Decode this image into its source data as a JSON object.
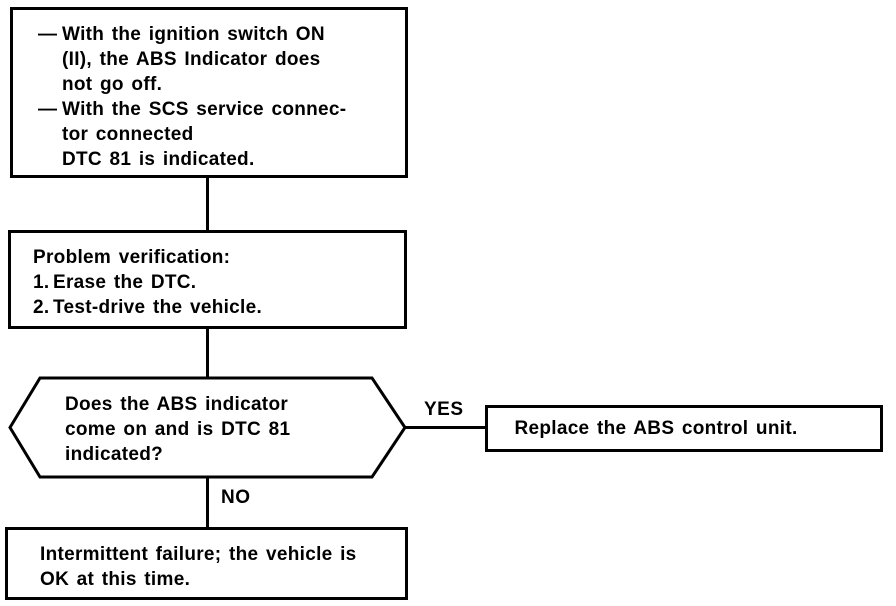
{
  "diagram": {
    "colors": {
      "ink": "#000000",
      "background": "#ffffff"
    },
    "symptom_box": {
      "bullets": [
        {
          "marker": "—",
          "lines": [
            "With the ignition switch ON",
            "(II), the ABS Indicator does",
            "not go off."
          ]
        },
        {
          "marker": "—",
          "lines": [
            "With the SCS service connec-",
            "tor connected",
            "DTC 81 is indicated."
          ]
        }
      ]
    },
    "verification_box": {
      "title": "Problem verification:",
      "steps": [
        {
          "num": "1.",
          "text": "Erase the DTC."
        },
        {
          "num": "2.",
          "text": "Test-drive the vehicle."
        }
      ]
    },
    "decision_hexagon": {
      "lines": [
        "Does the ABS indicator",
        "come on and is DTC 81",
        "indicated?"
      ]
    },
    "labels": {
      "yes": "YES",
      "no": "NO"
    },
    "replace_box": {
      "text": "Replace the ABS control unit."
    },
    "intermittent_box": {
      "lines": [
        "Intermittent failure; the vehicle is",
        "OK at this time."
      ]
    }
  }
}
